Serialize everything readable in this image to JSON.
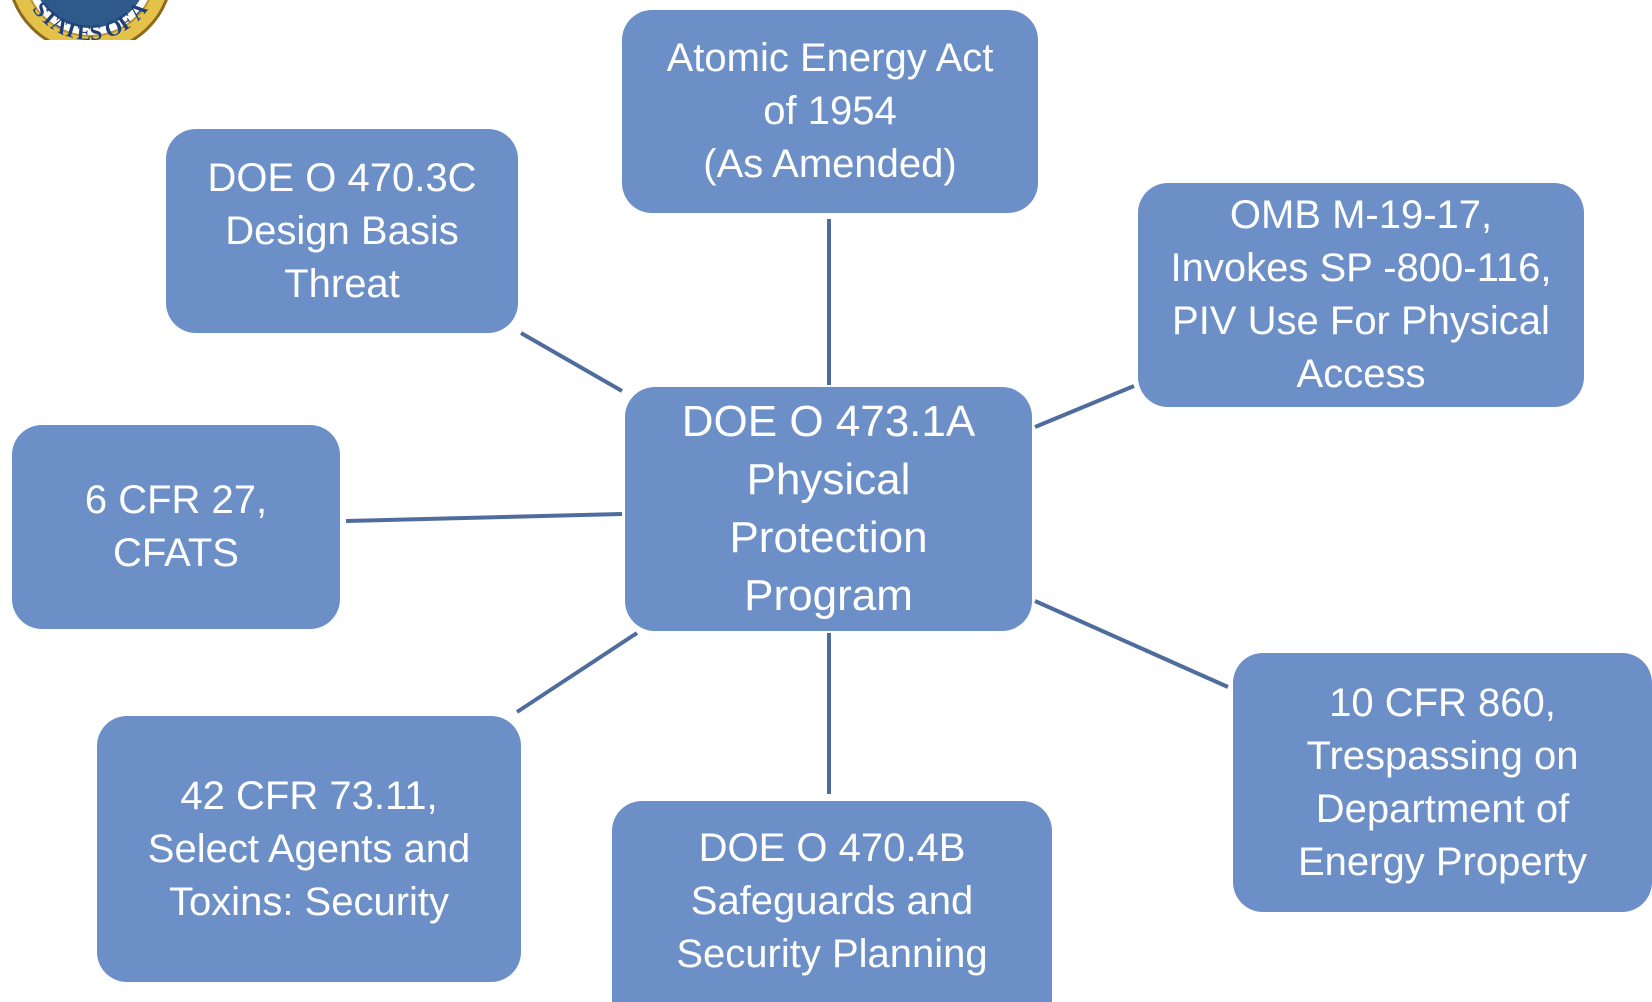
{
  "seal": {
    "text": "STATES OF A",
    "ring_color": "#d9b53a",
    "inner_color": "#2d5a8a"
  },
  "colors": {
    "box_fill": "#6b8fc6",
    "connector": "#4f6d9c",
    "text": "#ffffff"
  },
  "center": {
    "lines": [
      "DOE O 473.1A",
      "Physical",
      "Protection",
      "Program"
    ]
  },
  "nodes": {
    "atomic_energy_act": {
      "lines": [
        "Atomic Energy Act",
        "of 1954",
        "(As Amended)"
      ]
    },
    "doe_o_470_3c": {
      "lines": [
        "DOE O 470.3C",
        "Design Basis",
        "Threat"
      ]
    },
    "omb_m_19_17": {
      "lines": [
        "OMB M-19-17,",
        "Invokes SP -800-116,",
        "PIV Use For Physical",
        "Access"
      ]
    },
    "cfr_6_27": {
      "lines": [
        "6 CFR 27,",
        "CFATS"
      ]
    },
    "cfr_10_860": {
      "lines": [
        "10 CFR 860,",
        "Trespassing on",
        "Department of",
        "Energy Property"
      ]
    },
    "cfr_42_73_11": {
      "lines": [
        "42 CFR 73.11,",
        "Select Agents and",
        "Toxins: Security"
      ]
    },
    "doe_o_470_4b": {
      "lines": [
        "DOE O 470.4B",
        "Safeguards and",
        "Security Planning"
      ]
    }
  }
}
